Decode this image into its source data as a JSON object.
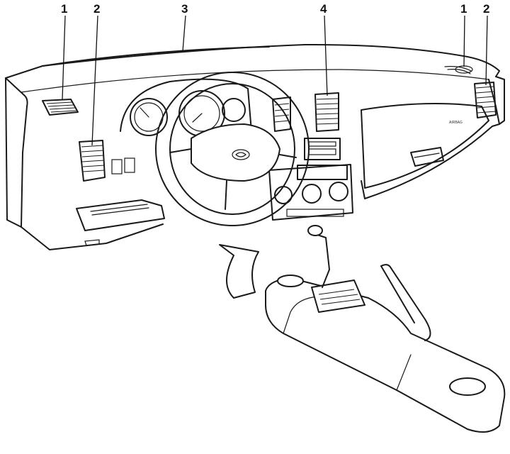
{
  "callouts": [
    {
      "id": "left-defroster-vent",
      "label": "1"
    },
    {
      "id": "left-side-vent",
      "label": "2"
    },
    {
      "id": "windshield-defroster",
      "label": "3"
    },
    {
      "id": "center-vent",
      "label": "4"
    },
    {
      "id": "right-defroster-vent",
      "label": "1"
    },
    {
      "id": "right-side-vent",
      "label": "2"
    }
  ],
  "dash_marking": "AIRBAG",
  "colors": {
    "ink": "#1a1a1a",
    "background": "#ffffff"
  }
}
